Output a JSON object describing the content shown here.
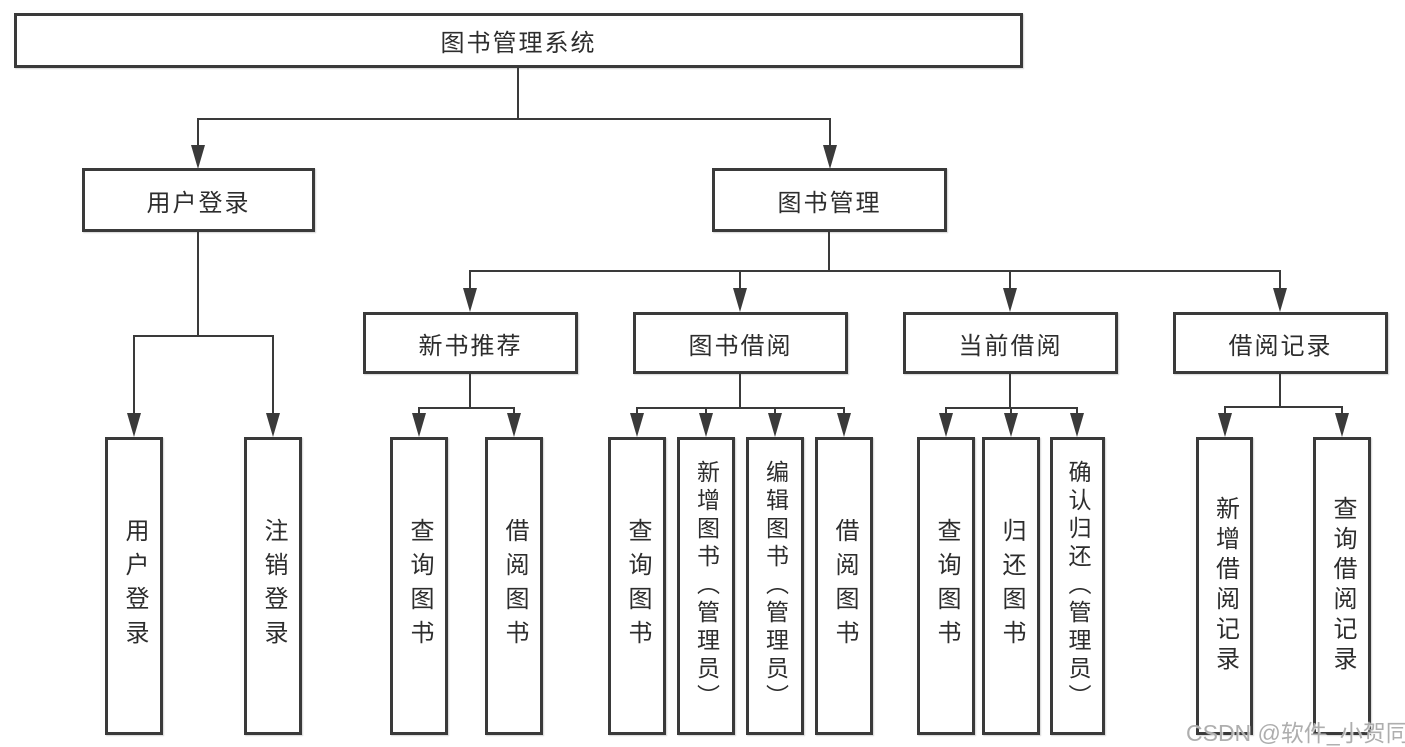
{
  "colors": {
    "line": "#3a3a3a",
    "text": "#2d2d2d",
    "background": "#ffffff",
    "watermark": "#aeaeae"
  },
  "root": {
    "label": "图书管理系统"
  },
  "user_login": {
    "label": "用户登录",
    "children": {
      "login": "用户登录",
      "logout": "注销登录"
    }
  },
  "book_mgmt": {
    "label": "图书管理",
    "new_book": {
      "label": "新书推荐",
      "children": {
        "query": "查询图书",
        "borrow": "借阅图书"
      }
    },
    "borrowing": {
      "label": "图书借阅",
      "children": {
        "query": "查询图书",
        "add": "新增图书（管理员）",
        "edit": "编辑图书（管理员）",
        "borrow": "借阅图书"
      }
    },
    "current": {
      "label": "当前借阅",
      "children": {
        "query": "查询图书",
        "return": "归还图书",
        "confirm": "确认归还（管理员）"
      }
    },
    "records": {
      "label": "借阅记录",
      "children": {
        "add": "新增借阅记录",
        "query": "查询借阅记录"
      }
    }
  },
  "watermark": "CSDN @软件_小贺同学"
}
